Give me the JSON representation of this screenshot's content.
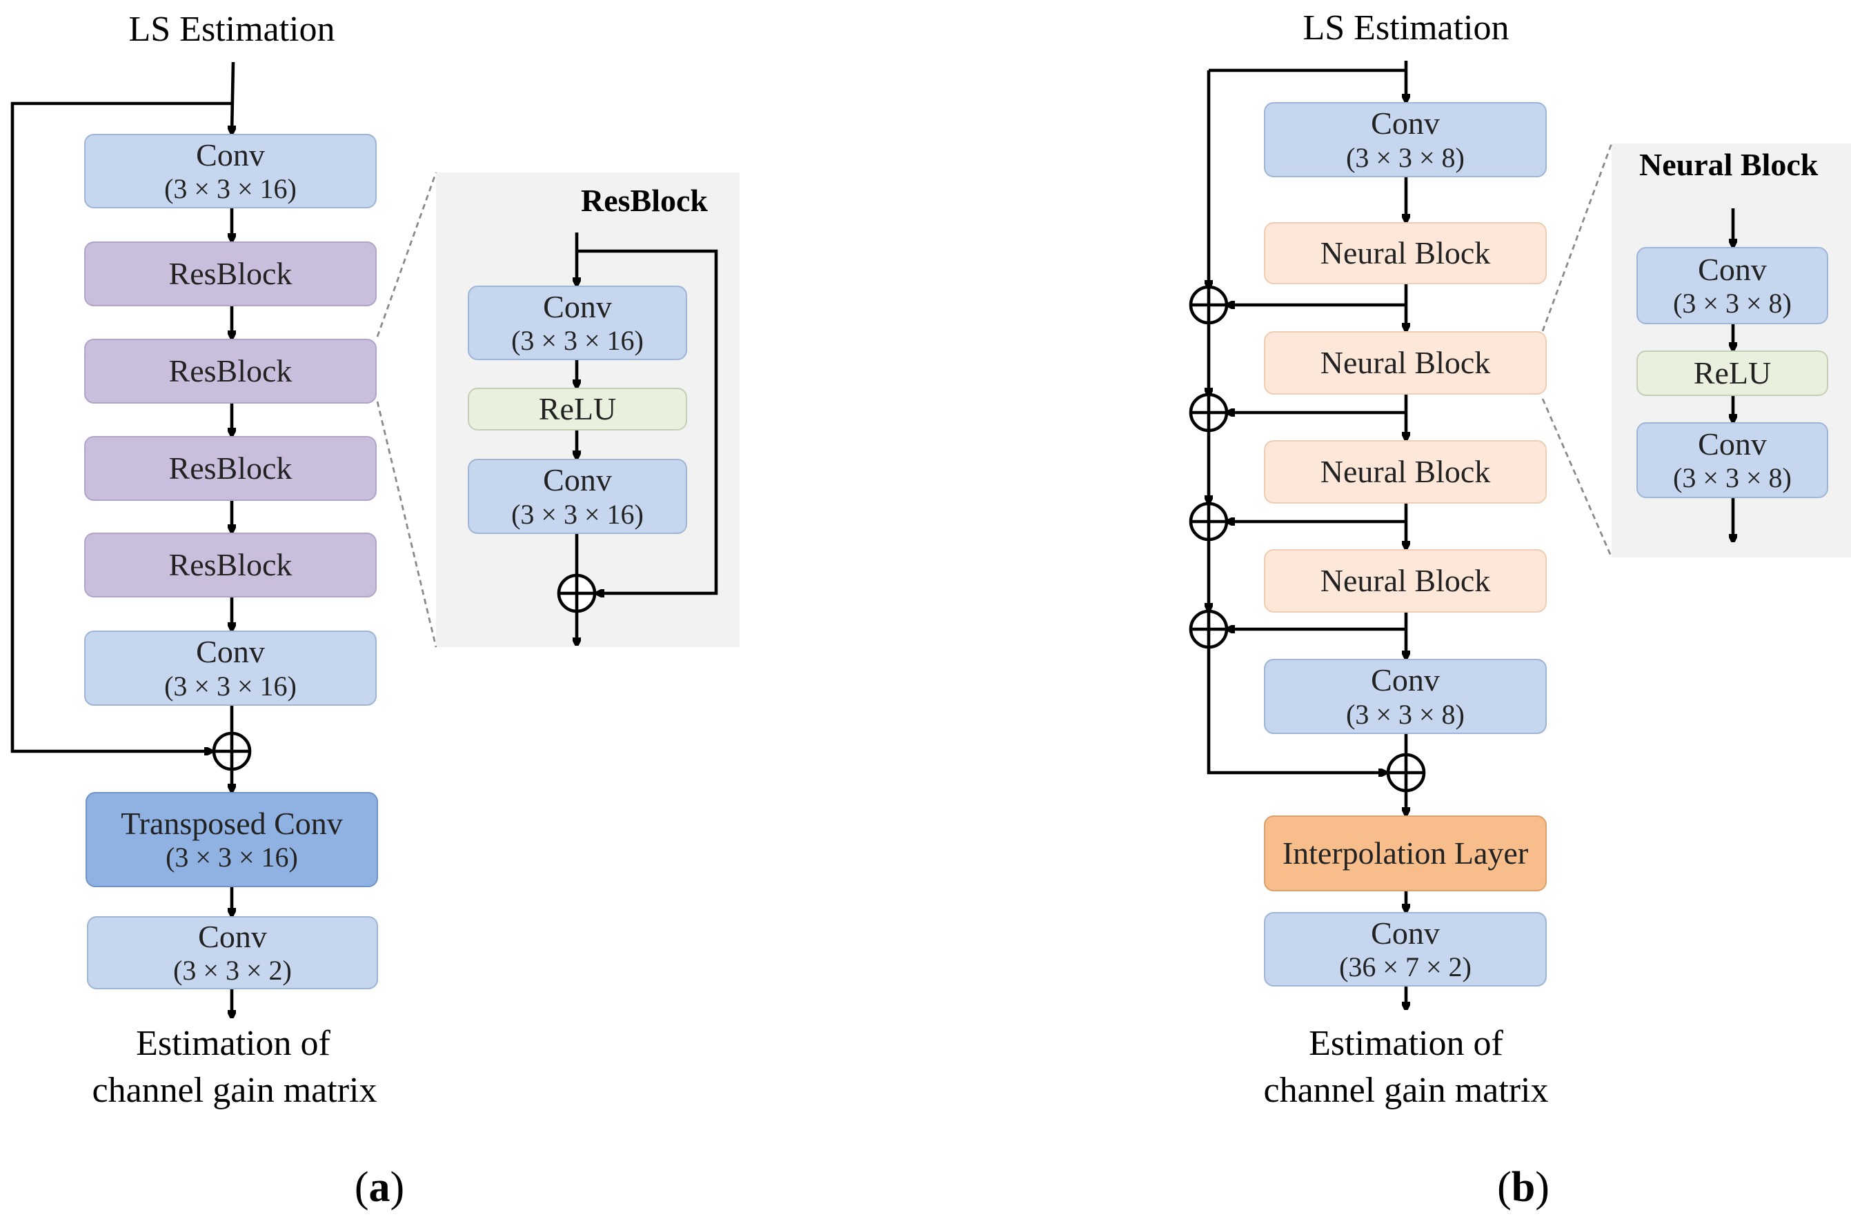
{
  "diagram_a": {
    "input_label": "LS Estimation",
    "blocks": [
      {
        "name": "Conv",
        "dims": "(3 × 3 × 16)"
      },
      {
        "name": "ResBlock"
      },
      {
        "name": "ResBlock"
      },
      {
        "name": "ResBlock"
      },
      {
        "name": "ResBlock"
      },
      {
        "name": "Conv",
        "dims": "(3 × 3 × 16)"
      },
      {
        "name": "Transposed Conv",
        "dims": "(3 × 3 × 16)"
      },
      {
        "name": "Conv",
        "dims": "(3 × 3 × 2)"
      }
    ],
    "output_label_line1": "Estimation of",
    "output_label_line2": "channel gain matrix",
    "inset": {
      "title": "ResBlock",
      "blocks": [
        {
          "name": "Conv",
          "dims": "(3 × 3 × 16)"
        },
        {
          "name": "ReLU"
        },
        {
          "name": "Conv",
          "dims": "(3 × 3 × 16)"
        }
      ]
    },
    "caption": "a"
  },
  "diagram_b": {
    "input_label": "LS Estimation",
    "blocks": [
      {
        "name": "Conv",
        "dims": "(3 × 3 × 8)"
      },
      {
        "name": "Neural Block"
      },
      {
        "name": "Neural Block"
      },
      {
        "name": "Neural Block"
      },
      {
        "name": "Neural Block"
      },
      {
        "name": "Conv",
        "dims": "(3 × 3 × 8)"
      },
      {
        "name": "Interpolation Layer"
      },
      {
        "name": "Conv",
        "dims": "(36 × 7 × 2)"
      }
    ],
    "output_label_line1": "Estimation of",
    "output_label_line2": "channel gain matrix",
    "inset": {
      "title": "Neural Block",
      "blocks": [
        {
          "name": "Conv",
          "dims": "(3 × 3 × 8)"
        },
        {
          "name": "ReLU"
        },
        {
          "name": "Conv",
          "dims": "(3 × 3 × 8)"
        }
      ]
    },
    "caption": "b"
  }
}
